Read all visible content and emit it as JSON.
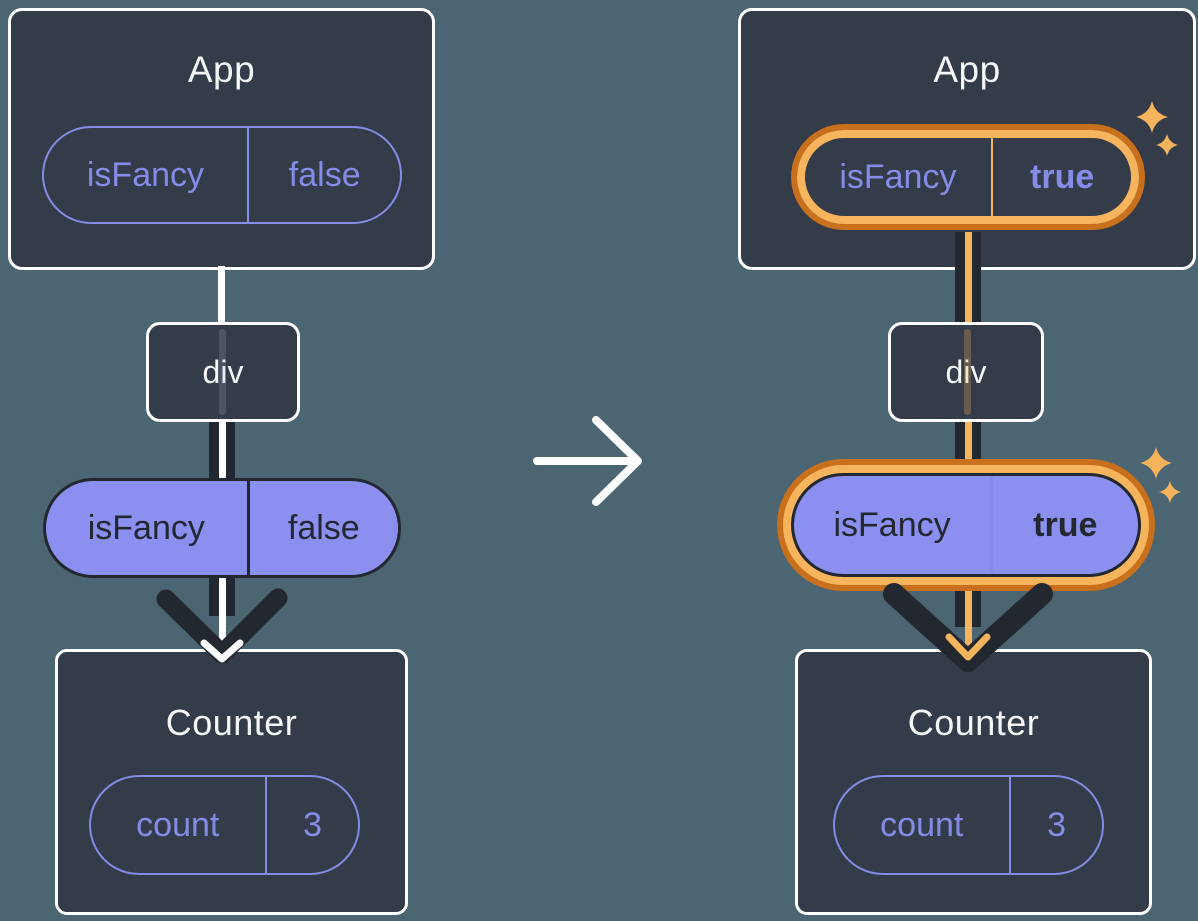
{
  "colors": {
    "background": "#4B6572",
    "node_background": "#343B49",
    "node_border": "#FFFFFF",
    "purple_outline": "#858CE7",
    "purple_fill": "#8A8FF0",
    "dark_ink": "#23272F",
    "highlight_orange_dark": "#C8701C",
    "highlight_orange_light": "#F6B45C",
    "title_text": "#F6F7F9"
  },
  "before": {
    "app": {
      "title": "App",
      "state_pill": {
        "key": "isFancy",
        "value": "false"
      }
    },
    "div_node": {
      "label": "div"
    },
    "prop_pill": {
      "key": "isFancy",
      "value": "false"
    },
    "counter": {
      "title": "Counter",
      "state_pill": {
        "key": "count",
        "value": "3"
      }
    }
  },
  "after": {
    "app": {
      "title": "App",
      "state_pill": {
        "key": "isFancy",
        "value": "true"
      }
    },
    "div_node": {
      "label": "div"
    },
    "prop_pill": {
      "key": "isFancy",
      "value": "true"
    },
    "counter": {
      "title": "Counter",
      "state_pill": {
        "key": "count",
        "value": "3"
      }
    }
  },
  "icons": {
    "transition_arrow": "right-arrow",
    "props_arrow": "down-chevron-arrow",
    "sparkle": "four-point-star"
  }
}
